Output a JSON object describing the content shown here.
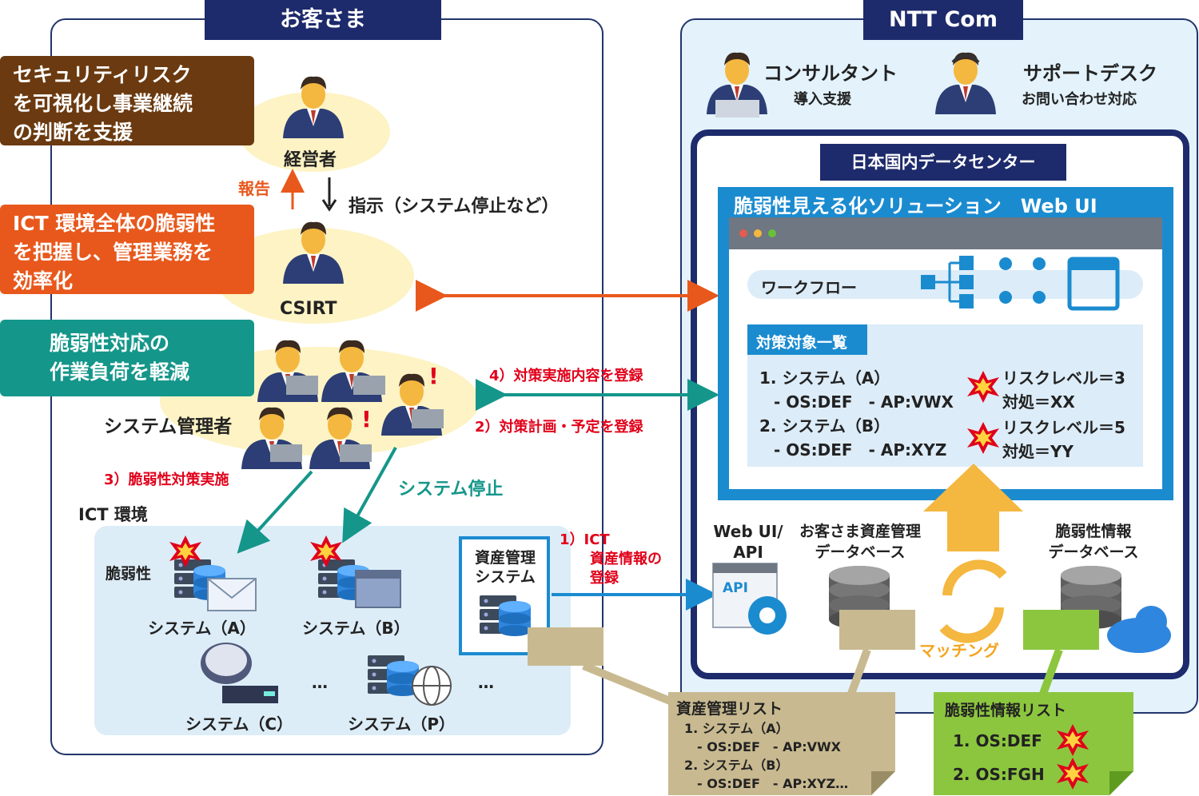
{
  "customer": {
    "header": "お客さま",
    "callouts": [
      {
        "lines": [
          "セキュリティリスク",
          "を可視化し事業継続",
          "の判断を支援"
        ],
        "color": "#6b3a10"
      },
      {
        "lines": [
          "ICT 環境全体の脆弱性",
          "を把握し、管理業務を",
          "効率化"
        ],
        "color": "#e8581c"
      },
      {
        "lines": [
          "脆弱性対応の",
          "作業負荷を軽減"
        ],
        "color": "#15968a"
      }
    ],
    "executive": "経営者",
    "csirt": "CSIRT",
    "report": "報告",
    "instruct": "指示（システム停止など）",
    "sysadmins": "システム管理者",
    "step3": "3）脆弱性対策実施",
    "stop": "システム停止",
    "ict_title": "ICT 環境",
    "vuln_label": "脆弱性",
    "systems": {
      "a": "システム（A）",
      "b": "システム（B）",
      "c": "システム（C）",
      "p": "システム（P）",
      "dots": "…"
    },
    "asset_system": [
      "資産管理",
      "システム"
    ],
    "step1": [
      "1）ICT",
      "資産情報の",
      "登録"
    ],
    "step4": "4）対策実施内容を登録",
    "step2": "2）対策計画・予定を登録"
  },
  "nttcom": {
    "header": "NTT Com",
    "consultant": {
      "title": "コンサルタント",
      "sub": "導入支援"
    },
    "support": {
      "title": "サポートデスク",
      "sub": "お問い合わせ対応"
    },
    "dc": "日本国内データセンター",
    "solution": "脆弱性見える化ソリューション　Web UI",
    "workflow": "ワークフロー",
    "list_title": "対策対象一覧",
    "items": [
      {
        "line1": "1. システム（A）",
        "line2": "- OS:DEF　- AP:VWX",
        "risk": "リスクレベル＝3",
        "action": "対処＝XX"
      },
      {
        "line1": "2. システム（B）",
        "line2": "- OS:DEF　- AP:XYZ",
        "risk": "リスクレベル＝5",
        "action": "対処＝YY"
      }
    ],
    "api_label": [
      "Web UI/",
      "API"
    ],
    "api_icon": "API",
    "asset_db": [
      "お客さま資産管理",
      "データベース"
    ],
    "vuln_db": [
      "脆弱性情報",
      "データベース"
    ],
    "matching": "マッチング"
  },
  "asset_list": {
    "title": "資産管理リスト",
    "lines": [
      "1. システム（A）",
      "　- OS:DEF　- AP:VWX",
      "2. システム（B）",
      "　- OS:DEF　- AP:XYZ…"
    ]
  },
  "vuln_list": {
    "title": "脆弱性情報リスト",
    "lines": [
      "1. OS:DEF",
      "2. OS:FGH"
    ]
  },
  "colors": {
    "navy": "#1d2a6b",
    "blue": "#1b8bd0",
    "orange": "#e8581c",
    "teal": "#15968a",
    "red": "#e1001a",
    "khaki": "#c8b990",
    "green": "#8cc63f"
  }
}
